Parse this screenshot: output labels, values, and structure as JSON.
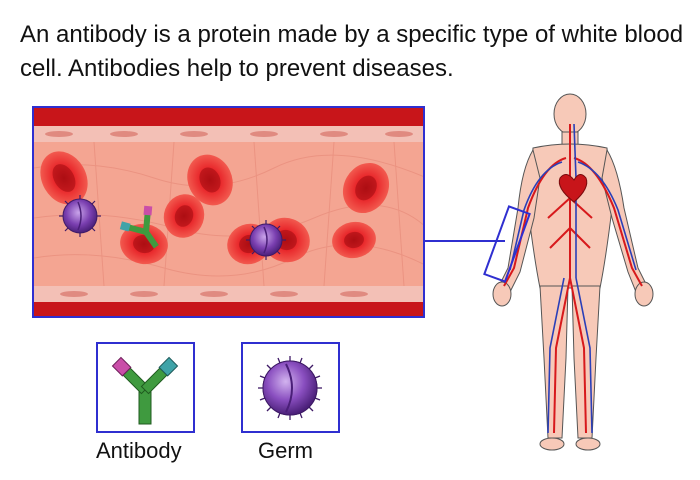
{
  "caption": "An antibody is a protein made by a specific type of white blood cell. Antibodies help to prevent diseases.",
  "legend": {
    "antibody_label": "Antibody",
    "germ_label": "Germ"
  },
  "colors": {
    "frame_blue": "#2f2fd0",
    "vessel_red": "#d7191c",
    "plasma": "#f2a08f",
    "germ_purple": "#7a3fb0",
    "antibody_green": "#3f9a3f",
    "antibody_pink": "#c94ea8",
    "antibody_teal": "#3fa3a8"
  }
}
